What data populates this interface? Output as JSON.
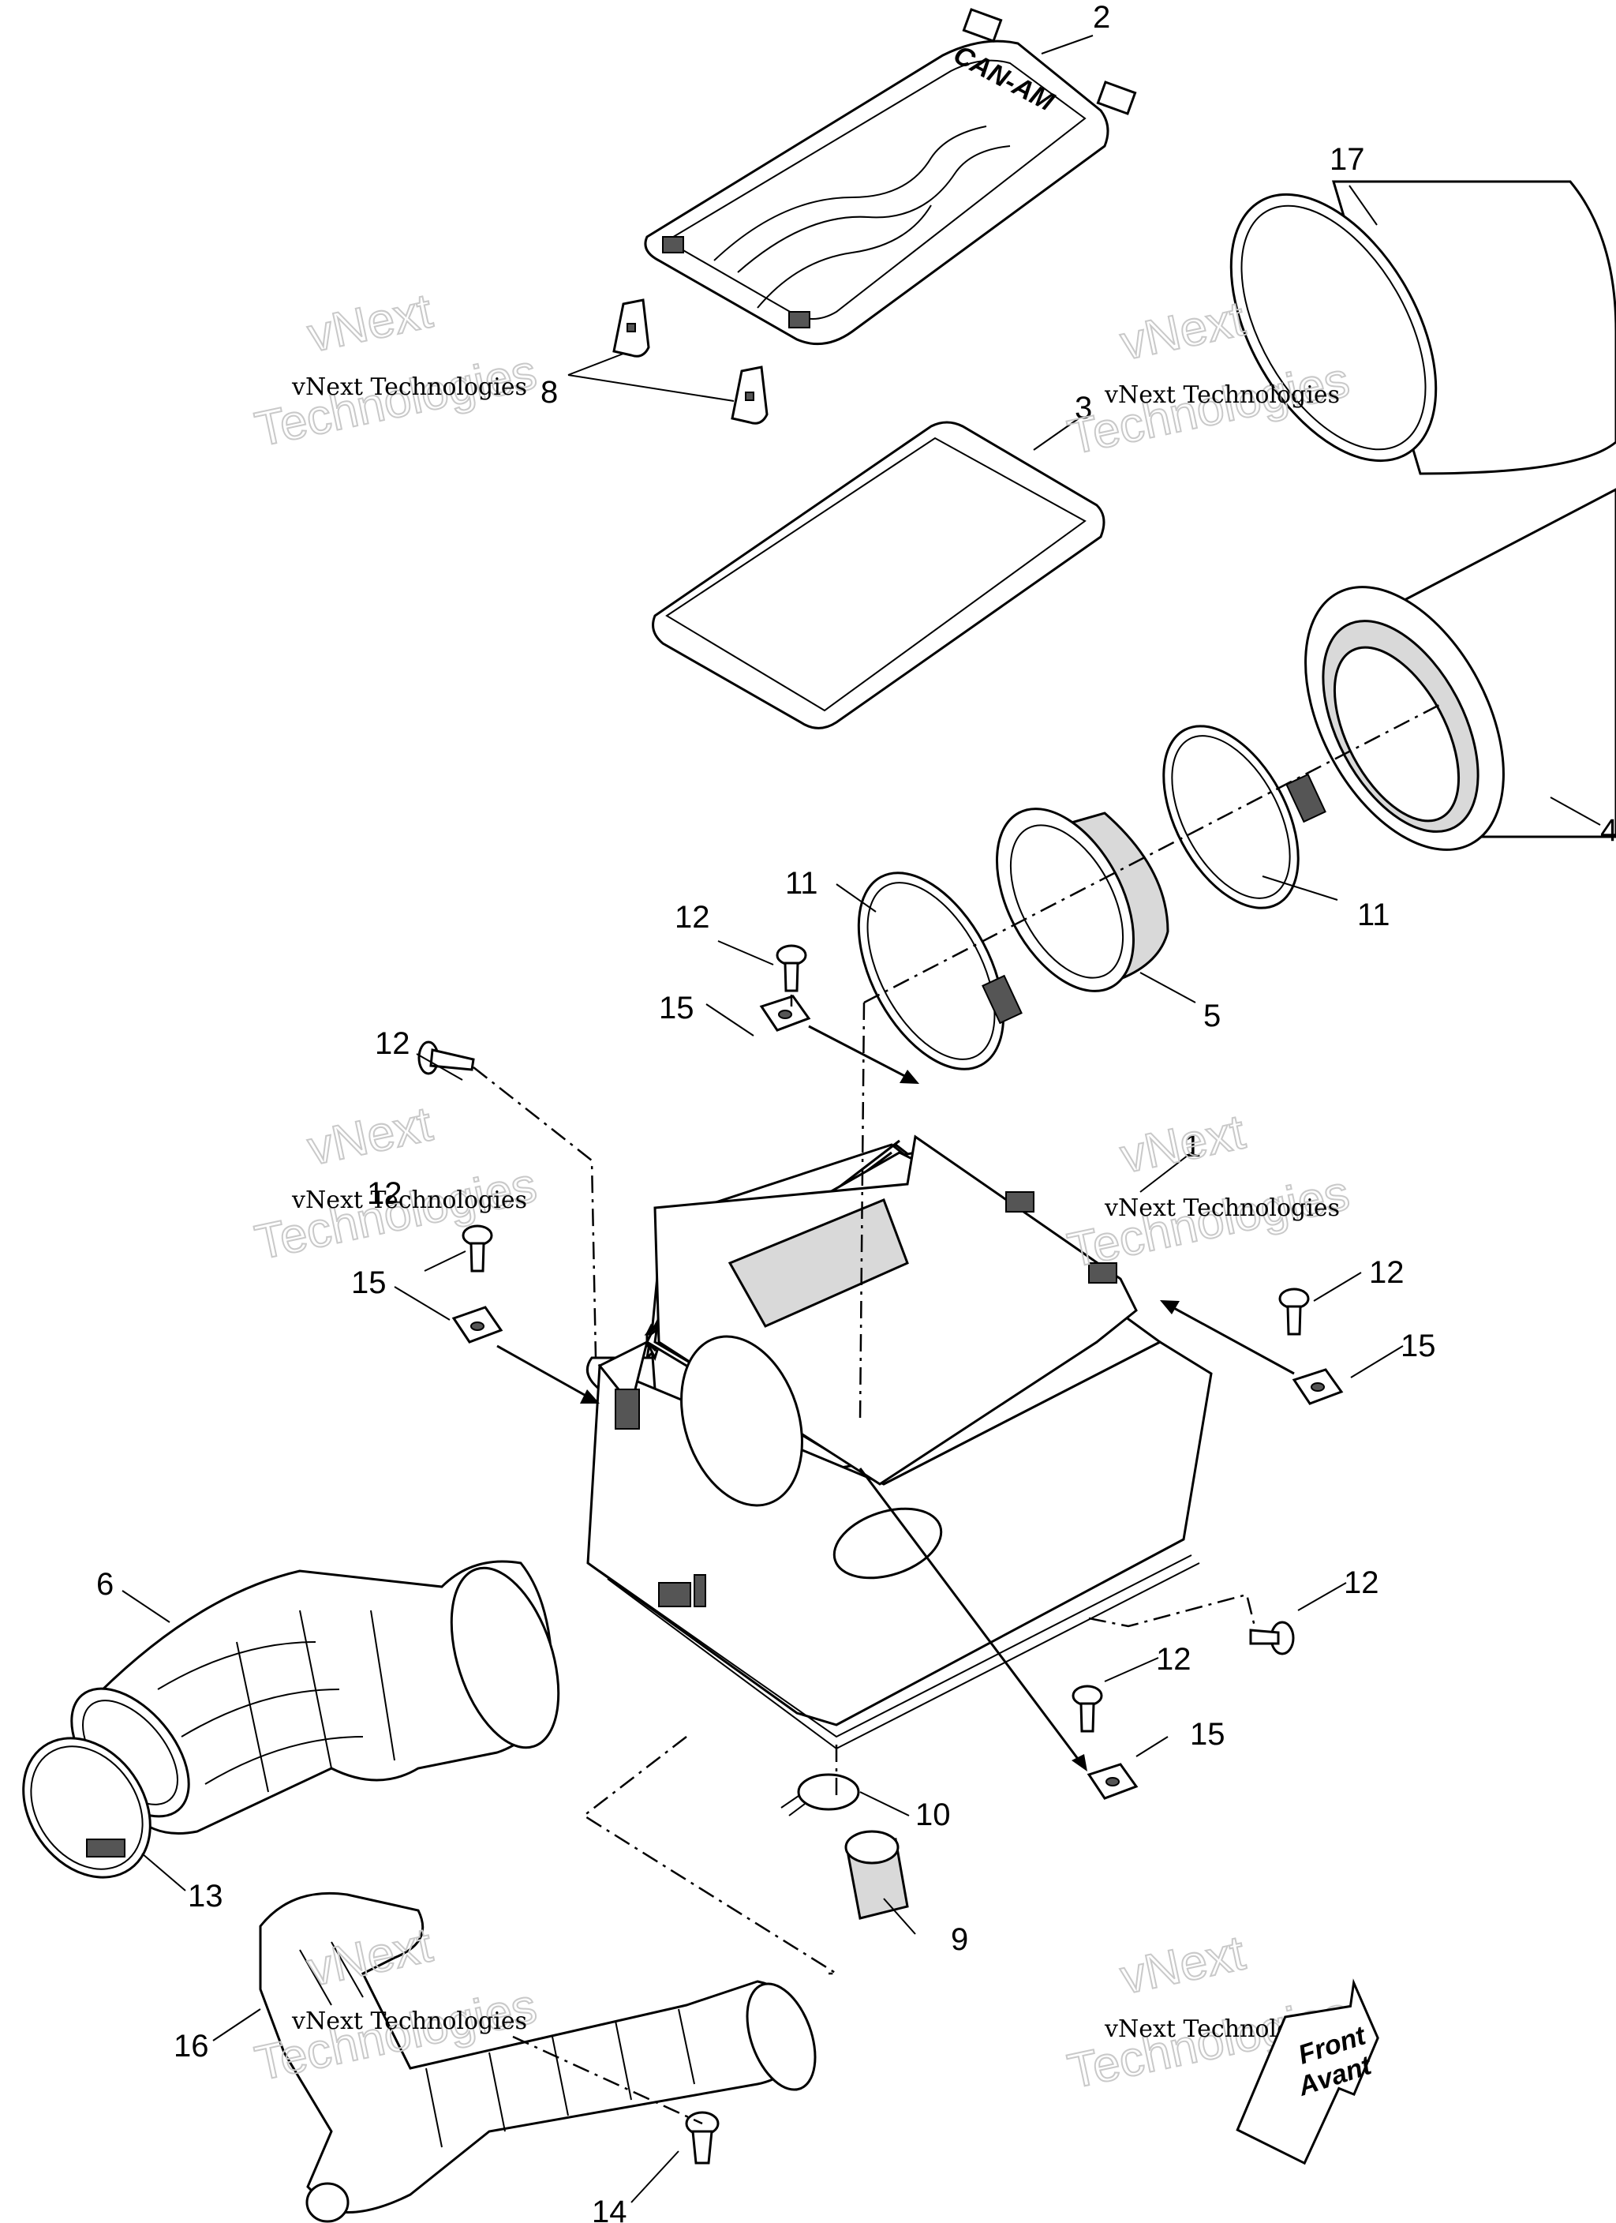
{
  "callouts": [
    {
      "id": "c-2",
      "label": "2"
    },
    {
      "id": "c-17",
      "label": "17"
    },
    {
      "id": "c-8",
      "label": "8"
    },
    {
      "id": "c-3",
      "label": "3"
    },
    {
      "id": "c-4",
      "label": "4"
    },
    {
      "id": "c-11a",
      "label": "11"
    },
    {
      "id": "c-11b",
      "label": "11"
    },
    {
      "id": "c-12a",
      "label": "12"
    },
    {
      "id": "c-15a",
      "label": "15"
    },
    {
      "id": "c-5",
      "label": "5"
    },
    {
      "id": "c-12b",
      "label": "12"
    },
    {
      "id": "c-1",
      "label": "1"
    },
    {
      "id": "c-12c",
      "label": "12"
    },
    {
      "id": "c-15b",
      "label": "15"
    },
    {
      "id": "c-12d",
      "label": "12"
    },
    {
      "id": "c-15c",
      "label": "15"
    },
    {
      "id": "c-6",
      "label": "6"
    },
    {
      "id": "c-12e",
      "label": "12"
    },
    {
      "id": "c-12f",
      "label": "12"
    },
    {
      "id": "c-15d",
      "label": "15"
    },
    {
      "id": "c-13",
      "label": "13"
    },
    {
      "id": "c-10",
      "label": "10"
    },
    {
      "id": "c-9",
      "label": "9"
    },
    {
      "id": "c-16",
      "label": "16"
    },
    {
      "id": "c-14",
      "label": "14"
    }
  ],
  "watermark": {
    "line1": "vNext Technologies",
    "line2": "vNext",
    "line3": "Technologies"
  },
  "front_badge": {
    "line1": "Front",
    "line2": "Avant"
  },
  "brand_mark": "CAN-AM"
}
